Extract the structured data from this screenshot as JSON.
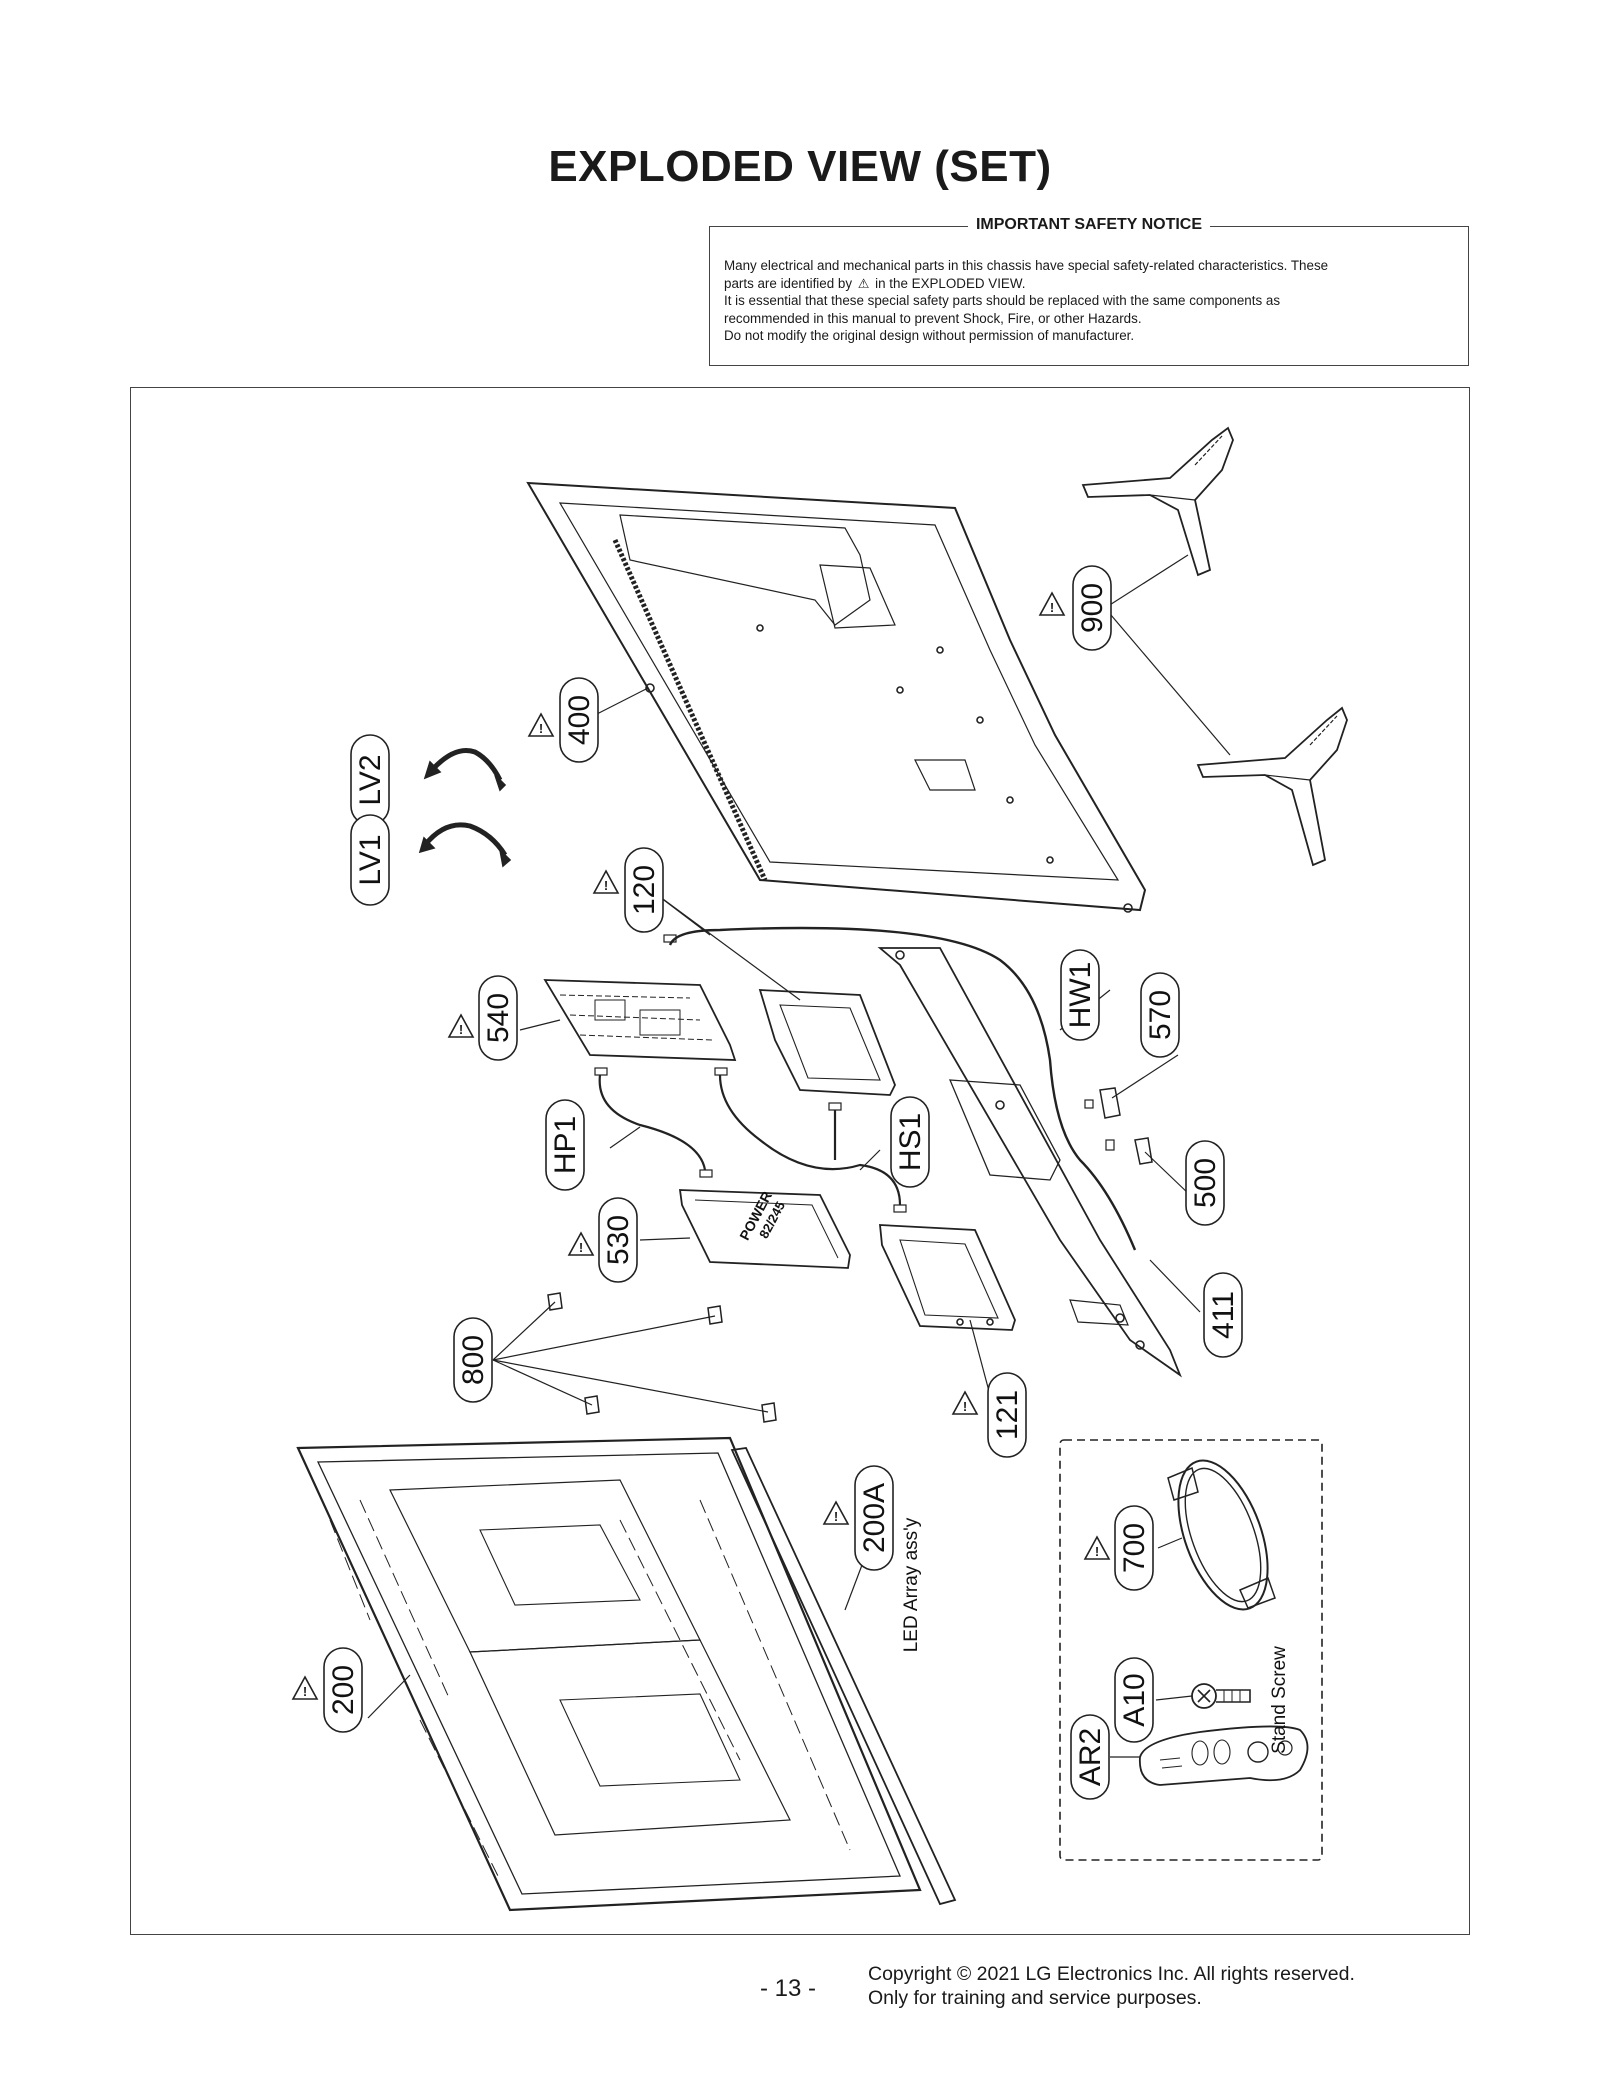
{
  "page": {
    "title": "EXPLODED VIEW (SET)",
    "page_number": "- 13 -",
    "copyright_line1": "Copyright © 2021 LG Electronics Inc. All rights reserved.",
    "copyright_line2": "Only for training and service purposes."
  },
  "notice": {
    "heading": "IMPORTANT SAFETY NOTICE",
    "line1": "Many electrical and mechanical parts in this chassis have special safety-related characteristics. These",
    "line2a": "parts are identified by",
    "line2b": "in the EXPLODED VIEW.",
    "line3": "It is essential that these special safety parts should be replaced with the same components as",
    "line4": "recommended in this manual to prevent Shock, Fire, or other Hazards.",
    "line5": "Do not modify the original design without permission of manufacturer."
  },
  "parts": {
    "p900": "900",
    "p400": "400",
    "lv2": "LV2",
    "lv1": "LV1",
    "p120": "120",
    "hw1": "HW1",
    "p540": "540",
    "p570": "570",
    "hp1": "HP1",
    "hs1": "HS1",
    "p500": "500",
    "p530": "530",
    "p411": "411",
    "p800": "800",
    "p121": "121",
    "p200a": "200A",
    "p700": "700",
    "p200": "200",
    "a10": "A10",
    "ar2": "AR2"
  },
  "annotations": {
    "led_array": "LED Array ass'y",
    "stand_screw": "Stand Screw",
    "power_board": "POWER",
    "power_board_code": "82/245"
  },
  "icons": {
    "safety": "warning-triangle-icon"
  }
}
